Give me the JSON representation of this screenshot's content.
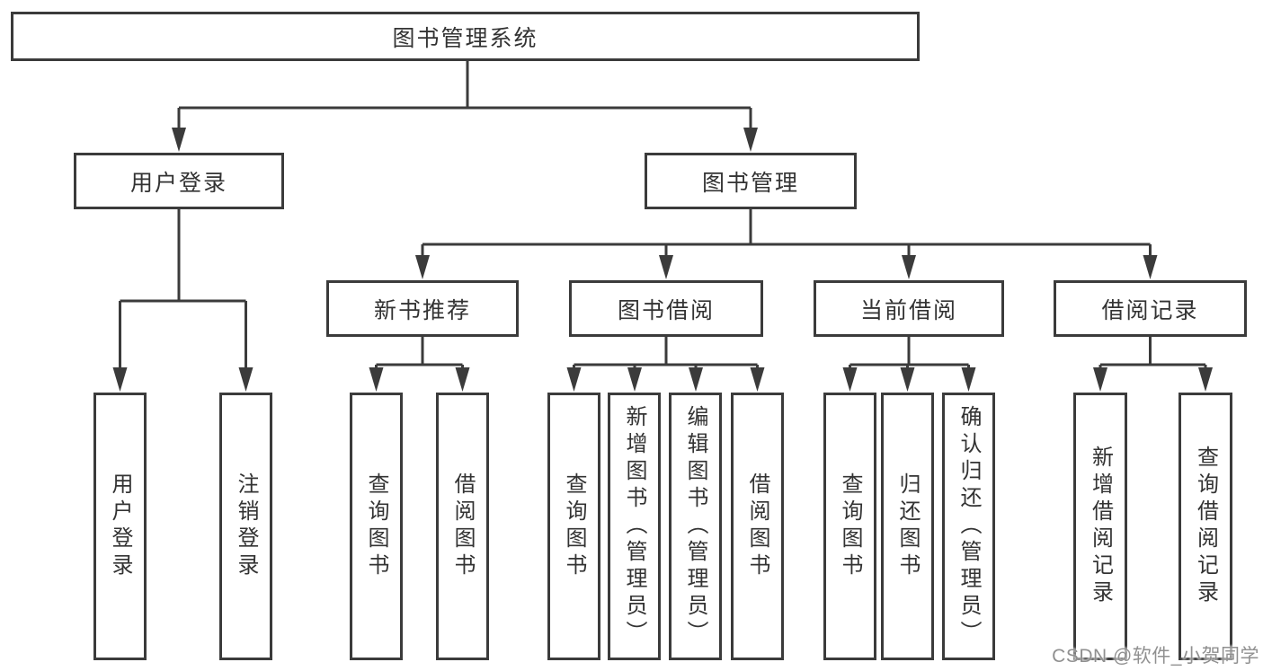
{
  "diagram": {
    "root": "图书管理系统",
    "level2": {
      "user_login": "用户登录",
      "book_mgmt": "图书管理"
    },
    "level3": {
      "new_book": "新书推荐",
      "book_borrow": "图书借阅",
      "current_borrow": "当前借阅",
      "borrow_record": "借阅记录"
    },
    "leaves": {
      "user_login": [
        "用户登录",
        "注销登录"
      ],
      "new_book": [
        "查询图书",
        "借阅图书"
      ],
      "book_borrow": [
        "查询图书",
        "新增图书（管理员）",
        "编辑图书（管理员）",
        "借阅图书"
      ],
      "current_borrow": [
        "查询图书",
        "归还图书",
        "确认归还（管理员）"
      ],
      "borrow_record": [
        "新增借阅记录",
        "查询借阅记录"
      ]
    }
  },
  "watermark": "CSDN @软件_小贺同学",
  "colors": {
    "line": "#3b3b3b",
    "text": "#333333",
    "watermark": "#909090"
  }
}
